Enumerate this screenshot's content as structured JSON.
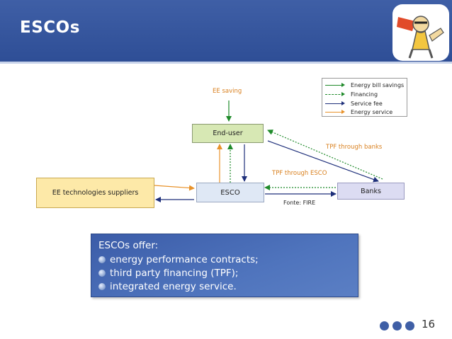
{
  "slide": {
    "title": "ESCOs",
    "page_number": "16"
  },
  "diagram": {
    "nodes": {
      "end_user": "End-user",
      "esco": "ESCO",
      "banks": "Banks",
      "suppliers": "EE technologies suppliers"
    },
    "labels": {
      "ee_saving": "EE saving",
      "tpf_banks": "TPF through banks",
      "tpf_esco": "TPF through ESCO",
      "source": "Fonte: FIRE"
    },
    "legend": [
      {
        "label": "Energy bill savings",
        "color": "#1f8a2a"
      },
      {
        "label": "Financing",
        "color": "#1f8a2a"
      },
      {
        "label": "Service fee",
        "color": "#1e2f7a"
      },
      {
        "label": "Energy service",
        "color": "#e8922a"
      }
    ],
    "colors": {
      "savings": "#1f8a2a",
      "fee": "#1e2f7a",
      "service": "#e8922a",
      "label_orange": "#d9801f",
      "end_user_fill": "#d7e8b4",
      "supplier_fill": "#fde9a8",
      "esco_fill": "#dfe8f5",
      "banks_fill": "#dcdcf2"
    }
  },
  "offer": {
    "title": "ESCOs offer:",
    "items": [
      "energy performance contracts;",
      "third party financing (TPF);",
      "integrated energy service."
    ]
  }
}
